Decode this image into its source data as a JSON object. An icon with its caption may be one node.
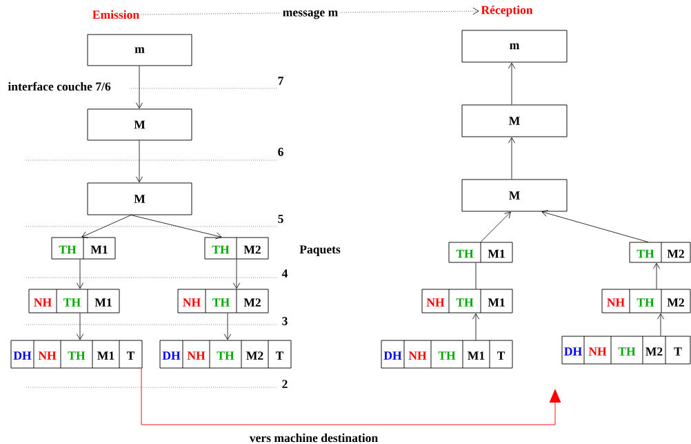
{
  "diagram": {
    "nodes": [
      {
        "text": [
          "Emission"
        ]
      },
      {
        "text": [
          "Réception"
        ]
      },
      {
        "text": [
          "m"
        ]
      },
      {
        "text": [
          "M"
        ]
      },
      {
        "text": [
          "M"
        ]
      },
      {
        "text": [
          "TH",
          "M1"
        ]
      },
      {
        "text": [
          "TH",
          "M2"
        ]
      },
      {
        "text": [
          "NH",
          "TH",
          "M1"
        ]
      },
      {
        "text": [
          "NH",
          "TH",
          "M2"
        ]
      },
      {
        "text": [
          "DH",
          "NH",
          "TH",
          "M1",
          "T"
        ]
      },
      {
        "text": [
          "DH",
          "NH",
          "TH",
          "M2",
          "T"
        ]
      },
      {
        "text": [
          "m"
        ]
      },
      {
        "text": [
          "M"
        ]
      },
      {
        "text": [
          "M"
        ]
      },
      {
        "text": [
          "TH",
          "M1"
        ]
      },
      {
        "text": [
          "TH",
          "M2"
        ]
      },
      {
        "text": [
          "NH",
          "TH",
          "M1"
        ]
      },
      {
        "text": [
          "NH",
          "TH",
          "M2"
        ]
      },
      {
        "text": [
          "DH",
          "NH",
          "TH",
          "M1",
          "T"
        ]
      },
      {
        "text": [
          "DH",
          "NH",
          "TH",
          "M2",
          "T"
        ]
      }
    ],
    "edges": [
      {
        "from": 0,
        "to": 1,
        "arrow": "to",
        "label": "message m",
        "style": "dashed"
      },
      {
        "from": 2,
        "to": 3,
        "arrow": "to"
      },
      {
        "from": 3,
        "to": 4,
        "arrow": "to"
      },
      {
        "from": 4,
        "to": 5,
        "arrow": "to"
      },
      {
        "from": 4,
        "to": 6,
        "arrow": "to"
      },
      {
        "from": 5,
        "to": 7,
        "arrow": "to"
      },
      {
        "from": 6,
        "to": 8,
        "arrow": "to"
      },
      {
        "from": 7,
        "to": 9,
        "arrow": "to"
      },
      {
        "from": 8,
        "to": 10,
        "arrow": "to"
      },
      {
        "from": 9,
        "to": null,
        "arrow": "to",
        "label": "vers machine destination",
        "color": "#ff0000"
      },
      {
        "from": 18,
        "to": 16,
        "arrow": "to"
      },
      {
        "from": 16,
        "to": 14,
        "arrow": "none"
      },
      {
        "from": 14,
        "to": 13,
        "arrow": "to"
      },
      {
        "from": 19,
        "to": 17,
        "arrow": "to"
      },
      {
        "from": 17,
        "to": 15,
        "arrow": "to"
      },
      {
        "from": 15,
        "to": 13,
        "arrow": "to"
      },
      {
        "from": 13,
        "to": 12,
        "arrow": "to"
      },
      {
        "from": 12,
        "to": 11,
        "arrow": "to"
      }
    ],
    "labels": [
      "interface couche 7/6",
      "7",
      "6",
      "5",
      "Paquets",
      "4",
      "3",
      "2"
    ]
  }
}
